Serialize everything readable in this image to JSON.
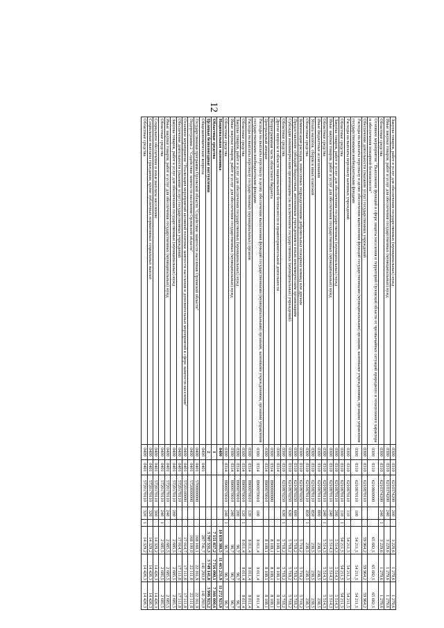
{
  "page_number": "12",
  "table": {
    "rows": [
      {
        "name": "Закупка товаров, работ и услуг для обеспечения государственных (муниципальных) нужд",
        "c1": "0300",
        "c2": "0310",
        "c3": "6210374200",
        "c4": "200",
        "c5": "",
        "v1": "3 229,6",
        "v2": "1 279,6",
        "v3": "1 279,6"
      },
      {
        "name": "Иные закупки товаров, работ и услуг для обеспечения государственных (муниципальных) нужд",
        "c1": "0300",
        "c2": "0310",
        "c3": "6210374200",
        "c4": "240",
        "c5": "",
        "v1": "3 229,6",
        "v2": "1 279,6",
        "v3": "1 279,6"
      },
      {
        "name": "Областные средства",
        "c1": "0300",
        "c2": "0310",
        "c3": "6210374200",
        "c4": "240",
        "c5": "1",
        "v1": "3 229,6",
        "v2": "1 279,6",
        "v3": "1 279,6"
      },
      {
        "name": "Основное мероприятие \"Выполнение функций в сфере защиты населения и территорий Орловской области от чрезвычайных ситуаций природного и техногенного характера и обеспечения пожарной безопасности\"",
        "c1": "0300",
        "c2": "0310",
        "c3": "6210800000",
        "c4": "",
        "c5": "",
        "v1": "65 682,5",
        "v2": "65 682,5",
        "v3": "65 682,5"
      },
      {
        "name": "Обеспечение деятельности (оказание услуг) государственных учреждений",
        "c1": "0300",
        "c2": "0310",
        "c3": "6210870110",
        "c4": "",
        "c5": "",
        "v1": "59 964,2",
        "v2": "59 964,2",
        "v3": "59 964,2"
      },
      {
        "name": "Расходы на выплаты персоналу в целях обеспечения выполнения функций государственными (муниципальными) органами, казенными учреждениями, органами управления государственными внебюджетными фондами",
        "c1": "0300",
        "c2": "0310",
        "c3": "6210870110",
        "c4": "100",
        "c5": "",
        "v1": "54 211,5",
        "v2": "54 211,5",
        "v3": "54 211,5"
      },
      {
        "name": "Расходы на выплаты персоналу казенных учреждений",
        "c1": "0300",
        "c2": "0310",
        "c3": "6210870110",
        "c4": "110",
        "c5": "",
        "v1": "54 211,5",
        "v2": "54 211,5",
        "v3": "54 211,5"
      },
      {
        "name": "Областные средства",
        "c1": "0300",
        "c2": "0310",
        "c3": "6210870110",
        "c4": "110",
        "c5": "1",
        "v1": "54 211,5",
        "v2": "54 211,5",
        "v3": "54 211,5"
      },
      {
        "name": "Закупка товаров, работ и услуг для обеспечения государственных (муниципальных) нужд",
        "c1": "0300",
        "c2": "0310",
        "c3": "6210870110",
        "c4": "200",
        "c5": "",
        "v1": "5 514,3",
        "v2": "5 514,3",
        "v3": "5 514,3"
      },
      {
        "name": "Иные закупки товаров, работ и услуг для обеспечения государственных (муниципальных) нужд",
        "c1": "0300",
        "c2": "0310",
        "c3": "6210870110",
        "c4": "240",
        "c5": "",
        "v1": "5 514,3",
        "v2": "5 514,3",
        "v3": "5 514,3"
      },
      {
        "name": "Областные средства",
        "c1": "0300",
        "c2": "0310",
        "c3": "6210870110",
        "c4": "240",
        "c5": "1",
        "v1": "5 514,3",
        "v2": "5 514,3",
        "v3": "5 514,3"
      },
      {
        "name": "Иные бюджетные ассигнования",
        "c1": "0300",
        "c2": "0310",
        "c3": "6210870110",
        "c4": "800",
        "c5": "",
        "v1": "238,5",
        "v2": "238,5",
        "v3": "238,5"
      },
      {
        "name": "Уплата налогов, сборов и иных платежей",
        "c1": "0300",
        "c2": "0310",
        "c3": "6210870110",
        "c4": "850",
        "c5": "",
        "v1": "238,5",
        "v2": "238,5",
        "v3": "238,5"
      },
      {
        "name": "Областные средства",
        "c1": "0300",
        "c2": "0310",
        "c3": "6210870110",
        "c4": "850",
        "c5": "1",
        "v1": "238,5",
        "v2": "238,5",
        "v3": "238,5"
      },
      {
        "name": "Компенсация расходов, понесенных подразделениями добровольных пожарных команд или дружин",
        "c1": "0300",
        "c2": "0310",
        "c3": "6210870250",
        "c4": "",
        "c5": "",
        "v1": "5 718,2",
        "v2": "5 718,2",
        "v3": "5 718,2"
      },
      {
        "name": "Предоставление субсидий бюджетным, автономным учреждениям и иным некоммерческим организациям",
        "c1": "0300",
        "c2": "0310",
        "c3": "6210870250",
        "c4": "600",
        "c5": "",
        "v1": "5 718,2",
        "v2": "5 718,2",
        "v3": "5 718,2"
      },
      {
        "name": "Субсидии некоммерческим организациям (за исключением государственных (муниципальных) учреждений)",
        "c1": "0300",
        "c2": "0310",
        "c3": "6210870250",
        "c4": "630",
        "c5": "",
        "v1": "5 718,2",
        "v2": "5 718,2",
        "v3": "5 718,2"
      },
      {
        "name": "Областные средства",
        "c1": "0300",
        "c2": "0310",
        "c3": "6210870250",
        "c4": "630",
        "c5": "1",
        "v1": "5 718,2",
        "v2": "5 718,2",
        "v3": "5 718,2"
      },
      {
        "name": "Другие вопросы в области национальной безопасности и правоохранительной деятельности",
        "c1": "0300",
        "c2": "0314",
        "c3": "",
        "c4": "",
        "c5": "",
        "v1": "8 108,1",
        "v2": "8 108,1",
        "v3": "8 108,1"
      },
      {
        "name": "Непрограммная часть областного бюджета",
        "c1": "0300",
        "c2": "0314",
        "c3": "8900000000",
        "c4": "",
        "c5": "",
        "v1": "8 108,1",
        "v2": "8 108,1",
        "v3": "8 108,1"
      },
      {
        "name": "Центральный аппарат",
        "c1": "0300",
        "c2": "0314",
        "c3": "8900070010",
        "c4": "",
        "c5": "",
        "v1": "8 108,1",
        "v2": "8 108,1",
        "v3": "8 108,1"
      },
      {
        "name": "Расходы на выплаты персоналу в целях обеспечения выполнения функций государственными (муниципальными) органами, казенными учреждениями, органами управления государственными внебюджетными фондами",
        "c1": "0300",
        "c2": "0314",
        "c3": "8900070010",
        "c4": "100",
        "c5": "",
        "v1": "8 011,4",
        "v2": "8 011,4",
        "v3": "8 011,4"
      },
      {
        "name": "Расходы на выплаты персоналу государственных (муниципальных) органов",
        "c1": "0300",
        "c2": "0314",
        "c3": "8900070010",
        "c4": "120",
        "c5": "",
        "v1": "8 011,4",
        "v2": "8 011,4",
        "v3": "8 011,4"
      },
      {
        "name": "Областные средства",
        "c1": "0300",
        "c2": "0314",
        "c3": "8900070010",
        "c4": "120",
        "c5": "1",
        "v1": "8 011,4",
        "v2": "8 011,4",
        "v3": "8 011,4"
      },
      {
        "name": "Закупка товаров, работ и услуг для обеспечения государственных (муниципальных) нужд",
        "c1": "0300",
        "c2": "0314",
        "c3": "8900070010",
        "c4": "200",
        "c5": "",
        "v1": "96,7",
        "v2": "96,7",
        "v3": "96,7"
      },
      {
        "name": "Иные закупки товаров, работ и услуг для обеспечения государственных (муниципальных) нужд",
        "c1": "0300",
        "c2": "0314",
        "c3": "8900070010",
        "c4": "240",
        "c5": "",
        "v1": "96,7",
        "v2": "96,7",
        "v3": "96,7"
      },
      {
        "name": "Областные средства",
        "c1": "0300",
        "c2": "0314",
        "c3": "8900070010",
        "c4": "240",
        "c5": "1",
        "v1": "96,7",
        "v2": "96,7",
        "v3": "96,7"
      },
      {
        "name": "Национальная экономика",
        "c1": "0400",
        "c2": "",
        "c3": "",
        "c4": "",
        "c5": "",
        "v1": "10 859 388,5",
        "v2": "11 465 231,9",
        "v3": "11 272 923,8",
        "bold": true
      },
      {
        "name": "Областные средства",
        "c1": "1",
        "c2": "",
        "c3": "",
        "c4": "",
        "c5": "",
        "v1": "7 151 857,2",
        "v2": "7 716 090,1",
        "v3": "7 366 000,6",
        "bold": true
      },
      {
        "name": "Целевые безвозмездные поступления",
        "c1": "2",
        "c2": "",
        "c3": "",
        "c4": "",
        "c5": "",
        "v1": "3 707 531,3",
        "v2": "3 749 141,8",
        "v3": "3 906 923,2",
        "bold": true
      },
      {
        "name": "Общеэкономические вопросы",
        "c1": "0400",
        "c2": "0401",
        "c3": "",
        "c4": "",
        "c5": "",
        "v1": "287 741,7",
        "v2": "141 293,0",
        "v3": "141 293,0"
      },
      {
        "name": "Государственная программа Орловской области \"Содействие занятости населения Орловской области\"",
        "c1": "0400",
        "c2": "0401",
        "c3": "5700000000",
        "c4": "",
        "c5": "",
        "v1": "168 160,1",
        "v2": "22 161,9",
        "v3": "22 161,9"
      },
      {
        "name": "Подпрограмма 2 \"Содействие занятости населения Орловской области\"",
        "c1": "0400",
        "c2": "0401",
        "c3": "5720000000",
        "c4": "",
        "c5": "",
        "v1": "168 100,0",
        "v2": "22 111,8",
        "v3": "22 111,8"
      },
      {
        "name": "Основное мероприятие \"Реализация мероприятий активной политики занятости населения и дополнительных мероприятий в сфере занятости населения\"",
        "c1": "0400",
        "c2": "0401",
        "c3": "5720100000",
        "c4": "",
        "c5": "",
        "v1": "17 014,7",
        "v2": "17 111,8",
        "v3": "17 111,8"
      },
      {
        "name": "Обеспечение деятельности (оказание услуг) государственных учреждений",
        "c1": "0400",
        "c2": "0401",
        "c3": "5720170110",
        "c4": "",
        "c5": "",
        "v1": "17 014,7",
        "v2": "17 111,8",
        "v3": "17 111,8"
      },
      {
        "name": "Закупка товаров, работ и услуг для обеспечения государственных (муниципальных) нужд",
        "c1": "0400",
        "c2": "0401",
        "c3": "5720170110",
        "c4": "200",
        "c5": "",
        "v1": "2 685,5",
        "v2": "2 685,5",
        "v3": "2 685,5"
      },
      {
        "name": "Иные закупки товаров, работ и услуг для обеспечения государственных (муниципальных) нужд",
        "c1": "0400",
        "c2": "0401",
        "c3": "5720170110",
        "c4": "240",
        "c5": "",
        "v1": "2 685,5",
        "v2": "2 685,5",
        "v3": "2 685,5"
      },
      {
        "name": "Областные средства",
        "c1": "0400",
        "c2": "0401",
        "c3": "5720170110",
        "c4": "240",
        "c5": "1",
        "v1": "2 685,5",
        "v2": "2 685,5",
        "v3": "2 685,5"
      },
      {
        "name": "Социальное обеспечение и иные выплаты населению",
        "c1": "0400",
        "c2": "0401",
        "c3": "5720170110",
        "c4": "300",
        "c5": "",
        "v1": "14 329,2",
        "v2": "14 426,3",
        "v3": "14 426,3"
      },
      {
        "name": "Социальные выплаты гражданам, кроме публичных нормативных социальных выплат",
        "c1": "0400",
        "c2": "0401",
        "c3": "5720170110",
        "c4": "320",
        "c5": "",
        "v1": "14 329,2",
        "v2": "14 426,3",
        "v3": "14 426,3"
      },
      {
        "name": "Областные средства",
        "c1": "0400",
        "c2": "0401",
        "c3": "5720170110",
        "c4": "320",
        "c5": "1",
        "v1": "14 329,2",
        "v2": "14 426,3",
        "v3": "14 426,3"
      }
    ]
  }
}
